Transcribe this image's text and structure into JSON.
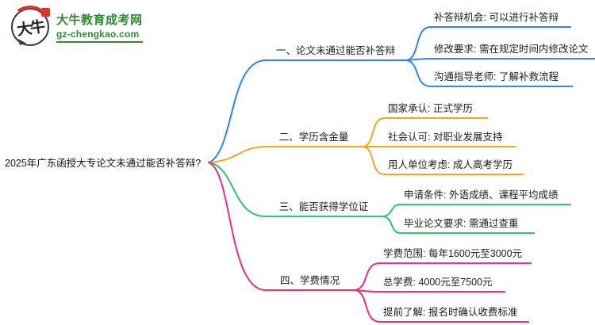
{
  "site": {
    "logo_symbol": "大牛",
    "name": "大牛教育成考网",
    "domain": "gz-chengkao.com",
    "brand_color": "#2e8b2f",
    "seal_color": "#d4372b"
  },
  "mindmap": {
    "root": "2025年广东函授大专论文未通过能否补答辩?",
    "branches": [
      {
        "label": "一、论文未通过能否补答辩",
        "color": "#2e87eb",
        "children": [
          "补答辩机会: 可以进行补答辩",
          "修改要求: 需在规定时间内修改论文",
          "沟通指导老师: 了解补救流程"
        ]
      },
      {
        "label": "二、学历含金量",
        "color": "#f7a61e",
        "children": [
          "国家承认: 正式学历",
          "社会认可: 对职业发展支持",
          "用人单位考虑: 成人高考学历"
        ]
      },
      {
        "label": "三、能否获得学位证",
        "color": "#2ec56f",
        "children": [
          "申请条件: 外语成绩、课程平均成绩",
          "毕业论文要求: 需通过查重"
        ]
      },
      {
        "label": "四、学费情况",
        "color": "#ef2f7d",
        "children": [
          "学费范围: 每年1600元至3000元",
          "总学费: 4000元至7500元",
          "提前了解: 报名时确认收费标准"
        ]
      }
    ]
  }
}
